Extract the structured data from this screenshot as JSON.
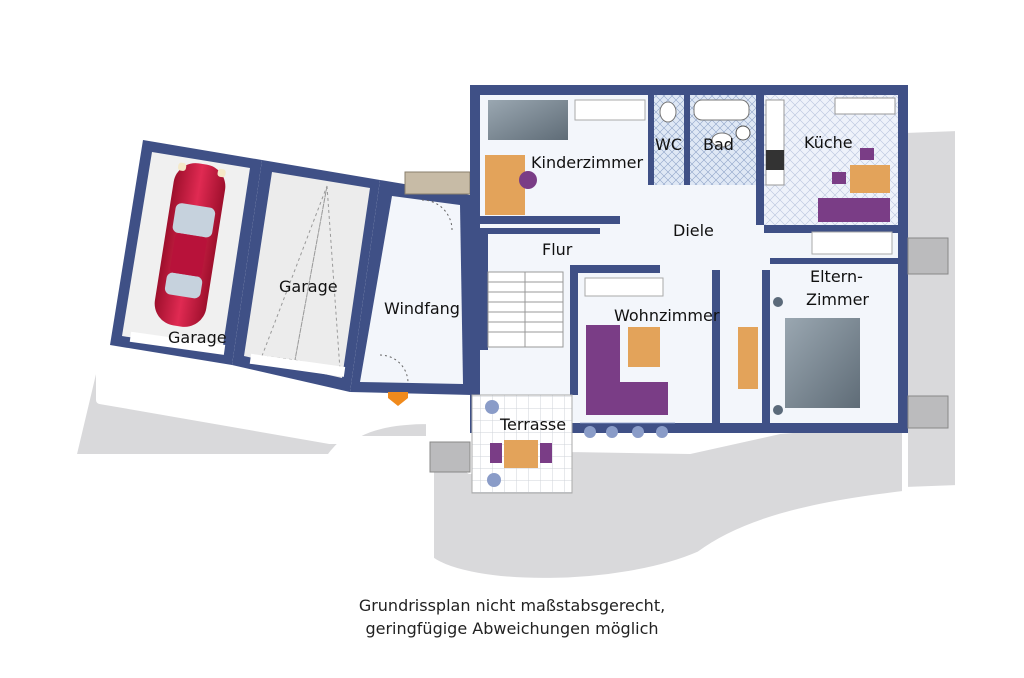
{
  "rooms": {
    "garage_left": "Garage",
    "garage_right": "Garage",
    "windfang": "Windfang",
    "kinderzimmer": "Kinderzimmer",
    "wc": "WC",
    "bad": "Bad",
    "kueche": "Küche",
    "flur": "Flur",
    "diele": "Diele",
    "wohnzimmer": "Wohnzimmer",
    "eltern_line1": "Eltern-",
    "eltern_line2": "Zimmer",
    "terrasse": "Terrasse"
  },
  "caption": {
    "line1": "Grundrissplan nicht maßstabsgerecht,",
    "line2": "geringfügige Abweichungen möglich"
  },
  "colors": {
    "wall": "#3f5086",
    "floor": "#f3f6fb",
    "outdoor": "#d9d9db",
    "car": "#c8143a",
    "sofa": "#7a3d86",
    "bed": "#7f8d98",
    "wood": "#e3a35a",
    "entrance_arrow": "#f08a1c"
  }
}
